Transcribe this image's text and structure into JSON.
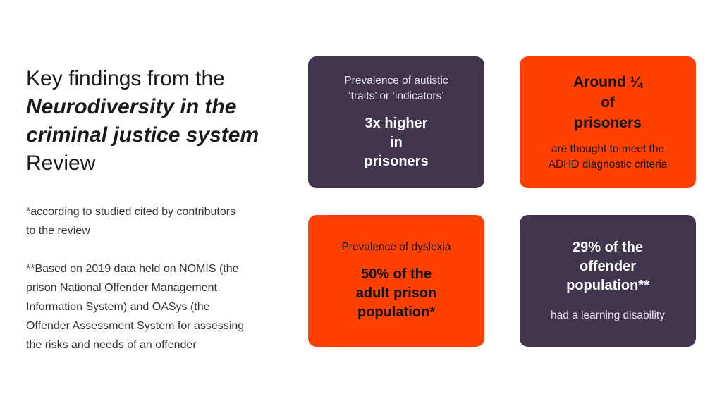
{
  "title": {
    "line1": "Key findings from the",
    "line2": "Neurodiversity in the",
    "line3": "criminal justice system",
    "line4": "Review"
  },
  "notes": {
    "note1": [
      "*according to studied cited by contributors",
      "to the review"
    ],
    "note2": [
      "**Based on 2019 data held on NOMIS (the",
      "prison National Offender Management",
      "Information System) and OASys (the",
      "Offender Assessment System for assessing",
      "the risks and needs of an offender"
    ]
  },
  "cards": [
    {
      "pre": [
        "Prevalence of autistic",
        "‘traits’ or ‘indicators’"
      ],
      "stat": [
        "3x higher",
        "in",
        "prisoners"
      ],
      "post": []
    },
    {
      "pre": [],
      "stat": [
        "Around ¼",
        "of",
        "prisoners"
      ],
      "post": [
        "are thought to meet the",
        "ADHD diagnostic criteria"
      ]
    },
    {
      "pre": [
        "Prevalence of dyslexia"
      ],
      "stat": [
        "50% of the",
        "adult prison",
        "population*"
      ],
      "post": []
    },
    {
      "pre": [],
      "stat": [
        "29% of the",
        "offender",
        "population**"
      ],
      "post": [
        "had a learning disability"
      ]
    }
  ],
  "colors": {
    "purple": "#41344d",
    "orange": "#ff4000"
  }
}
